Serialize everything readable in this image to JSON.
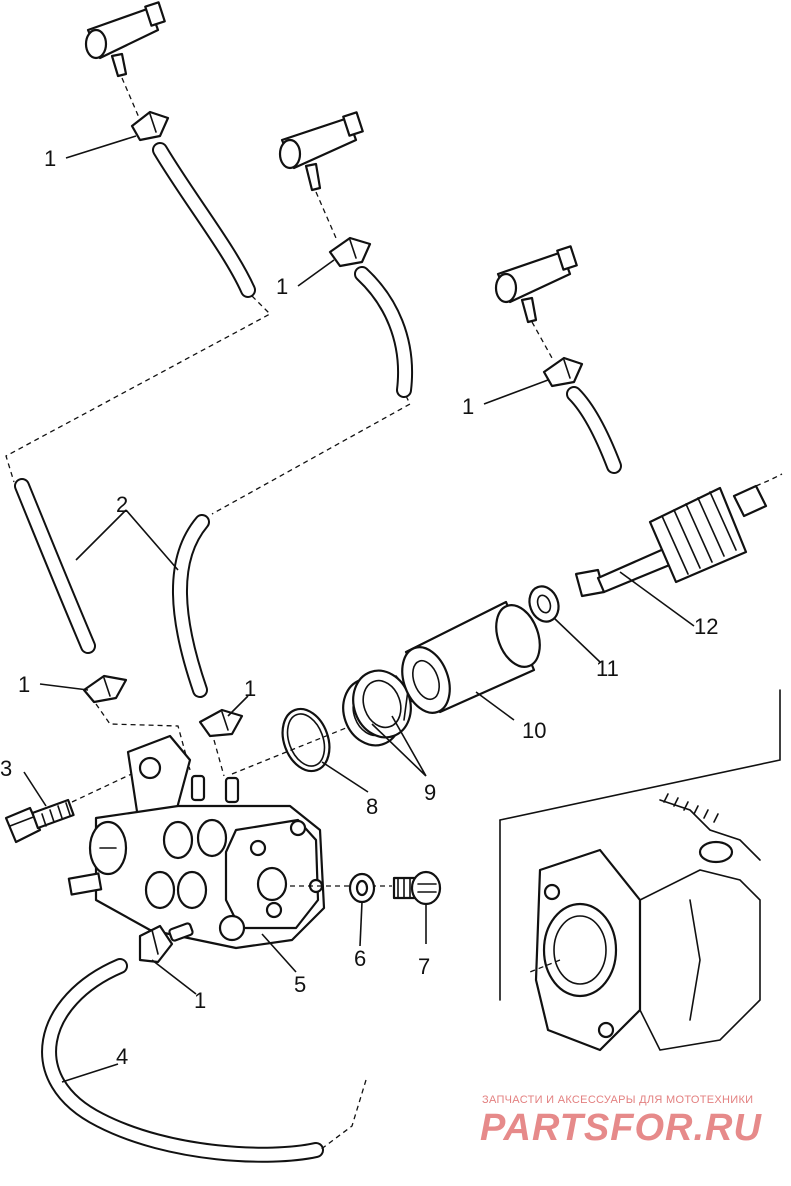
{
  "callouts": {
    "c1a": "1",
    "c1b": "1",
    "c1c": "1",
    "c1d": "1",
    "c1e": "1",
    "c1f": "1",
    "c2": "2",
    "c3": "3",
    "c4": "4",
    "c5": "5",
    "c6": "6",
    "c7": "7",
    "c8": "8",
    "c9": "9",
    "c10": "10",
    "c11": "11",
    "c12": "12"
  },
  "watermark": {
    "tagline": "ЗАПЧАСТИ И АКСЕССУАРЫ ДЛЯ МОТОТЕХНИКИ",
    "brand": "PARTSFOR.RU"
  }
}
